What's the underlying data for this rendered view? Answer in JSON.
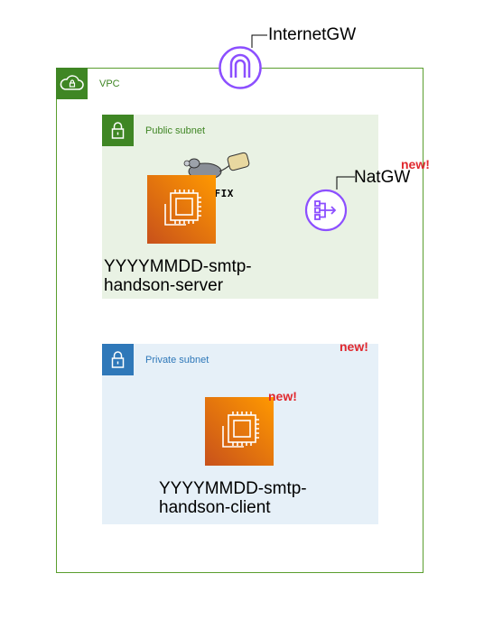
{
  "colors": {
    "vpc": "#3f8624",
    "private": "#2f78b9",
    "gateway": "#8c4fff",
    "ec2_start": "#c8511b",
    "ec2_end": "#ff9900",
    "new": "#e0282e"
  },
  "internet_gateway": {
    "label": "InternetGW",
    "icon": "internet-gateway-icon"
  },
  "vpc": {
    "label": "VPC",
    "icon": "cloud-lock-icon"
  },
  "public_subnet": {
    "label": "Public subnet",
    "icon": "padlock-icon",
    "nat": {
      "label": "NatGW",
      "badge": "new!",
      "icon": "nat-gateway-icon"
    },
    "server": {
      "label_line1": "YYYYMMDD-smtp-",
      "label_line2": "handson-server",
      "icon": "ec2-instance-icon",
      "logo": "postfix-logo",
      "logo_text": "POSTFIX"
    }
  },
  "private_subnet": {
    "label": "Private subnet",
    "icon": "padlock-icon",
    "badge": "new!",
    "client": {
      "label_line1": "YYYYMMDD-smtp-",
      "label_line2": "handson-client",
      "icon": "ec2-instance-icon",
      "badge": "new!"
    }
  }
}
